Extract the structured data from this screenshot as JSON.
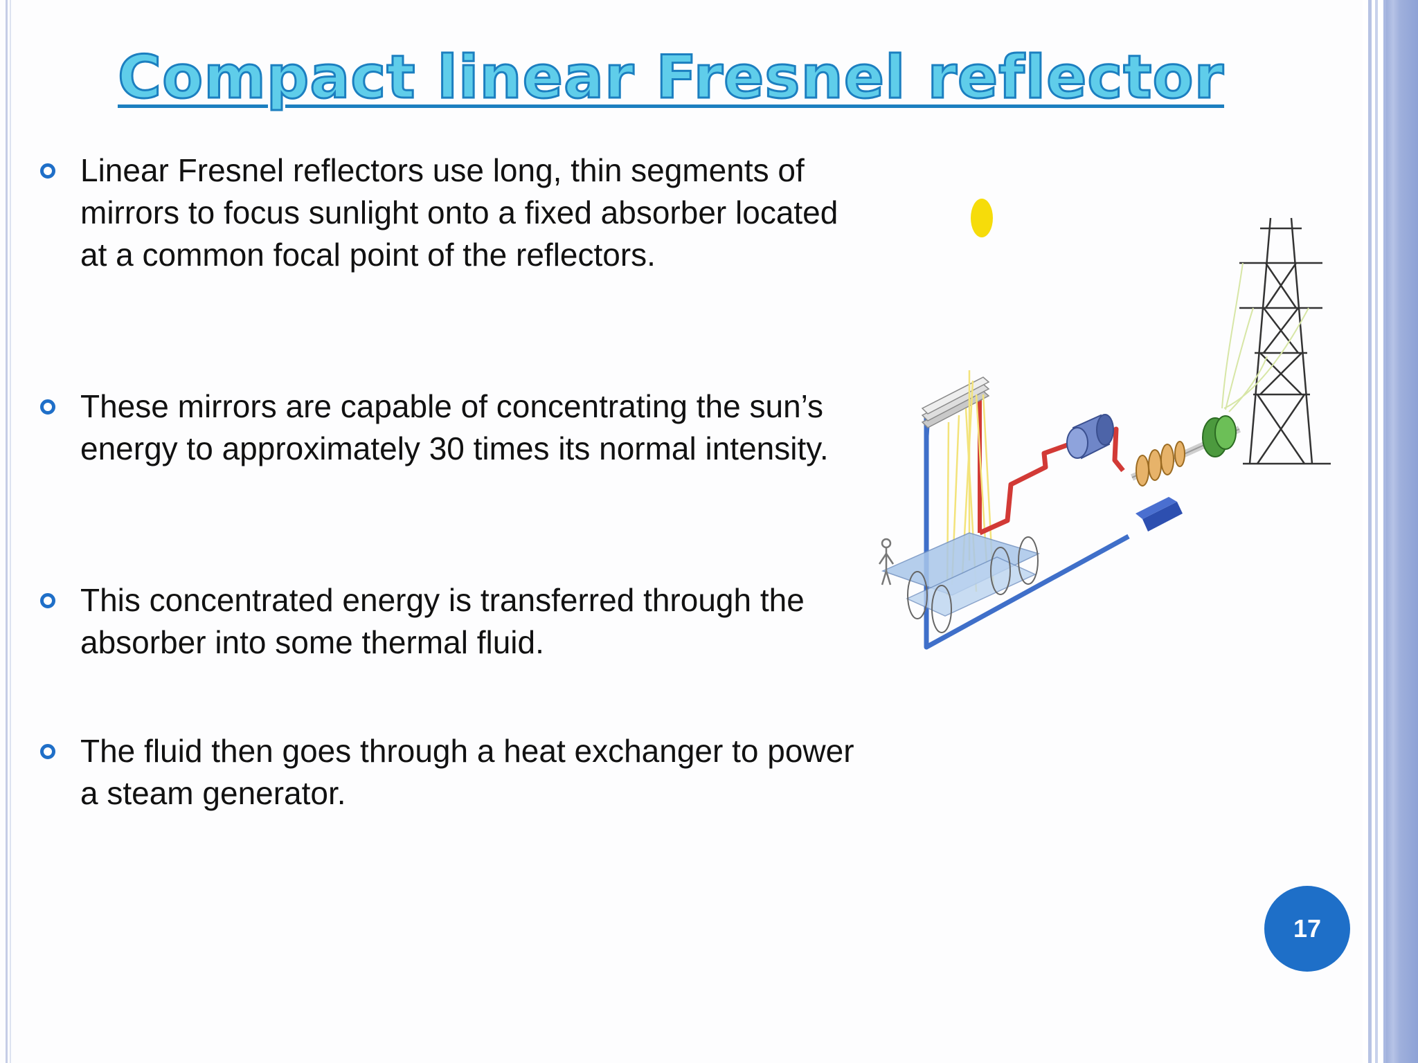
{
  "slide": {
    "title": "Compact linear Fresnel reflector",
    "bullets": [
      "Linear Fresnel reflectors use long, thin segments of mirrors to focus sunlight onto a fixed absorber located at a common focal point of the reflectors.",
      "These mirrors are capable of concentrating the sun’s energy to approximately 30 times its normal intensity.",
      "This concentrated energy is transferred through the absorber into some thermal fluid.",
      "The fluid then goes through a heat exchanger to power a steam generator."
    ],
    "page_number": "17"
  },
  "colors": {
    "title_fill": "#5fcdea",
    "title_outline": "#1c7fc0",
    "bullet_marker": "#1f6fc8",
    "badge": "#1e6fc8",
    "hot_pipe": "#d23a36",
    "cold_pipe": "#3f6fc9",
    "sun": "#f6dc0a"
  },
  "icons": {
    "bullet": "hollow-circle-bullet-icon",
    "sun": "sun-icon",
    "tower": "transmission-tower-icon",
    "person": "person-icon"
  }
}
